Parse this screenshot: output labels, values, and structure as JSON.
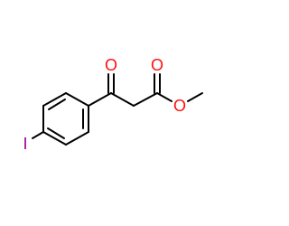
{
  "molecule": {
    "atoms": {
      "oxygen_ketone": {
        "label": "O",
        "color": "#ff0d0d"
      },
      "oxygen_carbonyl_ester": {
        "label": "O",
        "color": "#ff0d0d"
      },
      "oxygen_ester": {
        "label": "O",
        "color": "#ff0d0d"
      },
      "iodine": {
        "label": "I",
        "color": "#940094"
      }
    },
    "bond_color": "#000000"
  }
}
